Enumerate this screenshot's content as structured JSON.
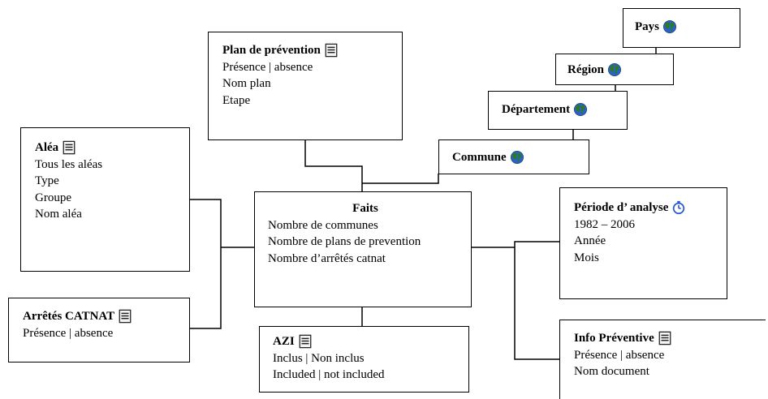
{
  "plan": {
    "title": "Plan de prévention",
    "icon": "document-list-icon",
    "items": [
      "Présence | absence",
      "Nom plan",
      "Etape"
    ]
  },
  "alea": {
    "title": "Aléa",
    "icon": "document-list-icon",
    "items": [
      "Tous les aléas",
      "Type",
      "Groupe",
      "Nom aléa"
    ]
  },
  "arretes": {
    "title": "Arrêtés CATNAT",
    "icon": "document-list-icon",
    "items": [
      "Présence | absence"
    ]
  },
  "faits": {
    "title": "Faits",
    "items": [
      "Nombre de communes",
      "Nombre de plans de prevention",
      "Nombre d’arrêtés catnat"
    ]
  },
  "azi": {
    "title": "AZI",
    "icon": "document-list-icon",
    "items": [
      "Inclus | Non inclus",
      "Included | not included"
    ]
  },
  "periode": {
    "title": "Période d’ analyse",
    "icon": "stopwatch-icon",
    "items": [
      "1982 – 2006",
      "Année",
      "Mois"
    ]
  },
  "info": {
    "title": "Info Préventive",
    "icon": "document-list-icon",
    "items": [
      "Présence | absence",
      "Nom document"
    ]
  },
  "geo": {
    "pays": {
      "title": "Pays",
      "icon": "globe-icon"
    },
    "region": {
      "title": "Région",
      "icon": "globe-icon"
    },
    "departement": {
      "title": "Département",
      "icon": "globe-icon"
    },
    "commune": {
      "title": "Commune",
      "icon": "globe-icon"
    }
  },
  "colors": {
    "stroke": "#000000",
    "globe": "#2a7a2e",
    "ocean": "#2b63c4",
    "stopwatch": "#2a5bd7"
  }
}
